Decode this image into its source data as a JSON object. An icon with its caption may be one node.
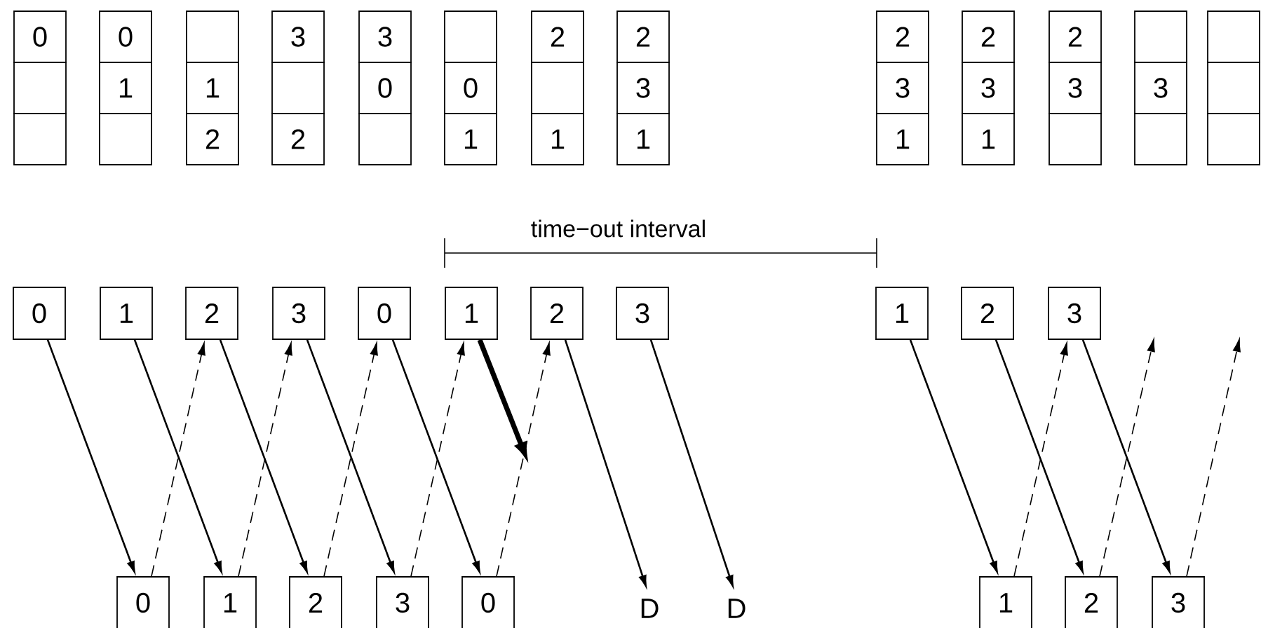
{
  "diagram": {
    "nodes": [
      {
        "text": [
          "0"
        ]
      },
      {
        "text": [],
        "shape": "box"
      },
      {
        "text": [],
        "shape": "box"
      },
      {
        "text": [
          "0"
        ]
      },
      {
        "text": [
          "1"
        ]
      },
      {
        "text": [],
        "shape": "box"
      },
      {
        "text": [],
        "shape": "box"
      },
      {
        "text": [
          "1"
        ]
      },
      {
        "text": [
          "2"
        ]
      },
      {
        "text": [
          "3"
        ]
      },
      {
        "text": [],
        "shape": "box"
      },
      {
        "text": [
          "2"
        ]
      },
      {
        "text": [
          "3"
        ]
      },
      {
        "text": [
          "0"
        ]
      },
      {
        "text": [],
        "shape": "box"
      },
      {
        "text": [],
        "shape": "box"
      },
      {
        "text": [
          "0"
        ]
      },
      {
        "text": [
          "1"
        ]
      },
      {
        "text": [
          "2"
        ]
      },
      {
        "text": [],
        "shape": "box"
      },
      {
        "text": [
          "1"
        ]
      },
      {
        "text": [
          "2"
        ]
      },
      {
        "text": [
          "3"
        ]
      },
      {
        "text": [
          "1"
        ]
      },
      {
        "text": [
          "2"
        ]
      },
      {
        "text": [
          "3"
        ]
      },
      {
        "text": [
          "1"
        ]
      },
      {
        "text": [
          "2"
        ]
      },
      {
        "text": [
          "3"
        ]
      },
      {
        "text": [
          "1"
        ]
      },
      {
        "text": [
          "2"
        ]
      },
      {
        "text": [
          "3"
        ]
      },
      {
        "text": [],
        "shape": "box"
      },
      {
        "text": [],
        "shape": "box"
      },
      {
        "text": [
          "3"
        ]
      },
      {
        "text": [],
        "shape": "box"
      },
      {
        "text": [],
        "shape": "box"
      },
      {
        "text": [],
        "shape": "box"
      },
      {
        "text": [],
        "shape": "box"
      },
      {
        "text": [
          "0"
        ]
      },
      {
        "text": [
          "1"
        ]
      },
      {
        "text": [
          "2"
        ]
      },
      {
        "text": [
          "3"
        ]
      },
      {
        "text": [
          "0"
        ]
      },
      {
        "text": [
          "1"
        ]
      },
      {
        "text": [
          "2"
        ]
      },
      {
        "text": [
          "3"
        ]
      },
      {
        "text": [
          "1"
        ]
      },
      {
        "text": [
          "2"
        ]
      },
      {
        "text": [
          "3"
        ]
      },
      {
        "text": [
          "0"
        ]
      },
      {
        "text": [
          "1"
        ]
      },
      {
        "text": [
          "2"
        ]
      },
      {
        "text": [
          "3"
        ]
      },
      {
        "text": [
          "0"
        ]
      },
      {
        "text": [
          "D"
        ]
      },
      {
        "text": [
          "D"
        ]
      },
      {
        "text": [
          "1"
        ]
      },
      {
        "text": [
          "2"
        ]
      },
      {
        "text": [
          "3"
        ]
      }
    ],
    "edges": [
      {
        "from": 39,
        "to": 50,
        "arrow": "to"
      },
      {
        "from": 40,
        "to": 51,
        "arrow": "to"
      },
      {
        "from": 41,
        "to": 52,
        "arrow": "to"
      },
      {
        "from": 42,
        "to": 53,
        "arrow": "to"
      },
      {
        "from": 43,
        "to": 54,
        "arrow": "to"
      },
      {
        "from": 44,
        "to": null,
        "arrow": "to",
        "style": "thick"
      },
      {
        "from": 45,
        "to": 55,
        "arrow": "to"
      },
      {
        "from": 46,
        "to": 56,
        "arrow": "to"
      },
      {
        "from": 47,
        "to": 57,
        "arrow": "to"
      },
      {
        "from": 48,
        "to": 58,
        "arrow": "to"
      },
      {
        "from": 49,
        "to": 59,
        "arrow": "to"
      },
      {
        "from": 50,
        "to": 41,
        "arrow": "to",
        "style": "dashed"
      },
      {
        "from": 51,
        "to": 42,
        "arrow": "to",
        "style": "dashed"
      },
      {
        "from": 52,
        "to": 43,
        "arrow": "to",
        "style": "dashed"
      },
      {
        "from": 53,
        "to": 44,
        "arrow": "to",
        "style": "dashed"
      },
      {
        "from": 54,
        "to": 45,
        "arrow": "to",
        "style": "dashed"
      },
      {
        "from": 57,
        "to": 49,
        "arrow": "to",
        "style": "dashed"
      },
      {
        "from": 58,
        "to": null,
        "arrow": "to",
        "style": "dashed"
      },
      {
        "from": 59,
        "to": null,
        "arrow": "to",
        "style": "dashed"
      }
    ],
    "labels": [
      "time−out interval"
    ]
  }
}
